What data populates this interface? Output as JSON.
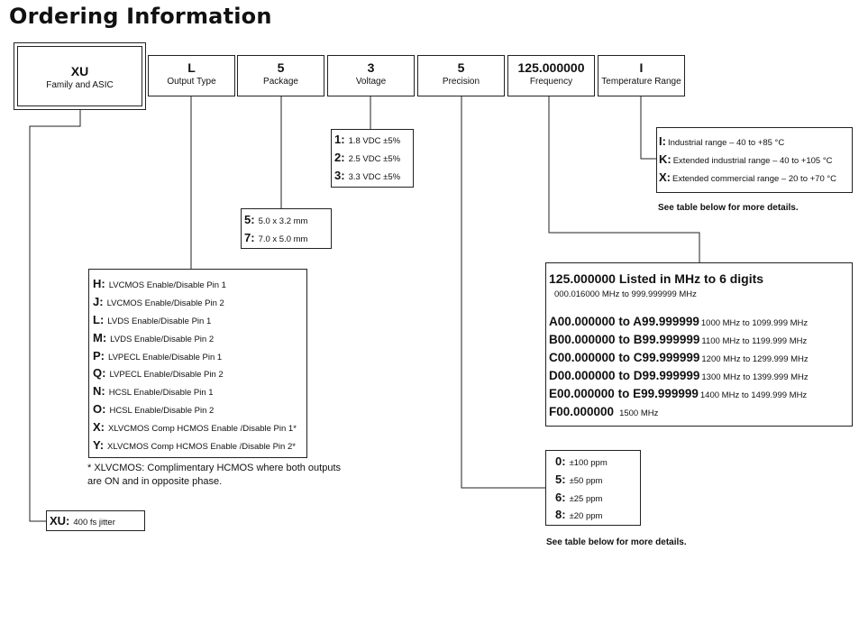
{
  "title": "Ordering Information",
  "parts": [
    {
      "code": "XU",
      "desc": "Family and ASIC"
    },
    {
      "code": "L",
      "desc": "Output Type"
    },
    {
      "code": "5",
      "desc": "Package"
    },
    {
      "code": "3",
      "desc": "Voltage"
    },
    {
      "code": "5",
      "desc": "Precision"
    },
    {
      "code": "125.000000",
      "desc": "Frequency"
    },
    {
      "code": "I",
      "desc": "Temperature Range"
    }
  ],
  "voltage_options": [
    {
      "key": "1:",
      "text": "1.8 VDC ±5%"
    },
    {
      "key": "2:",
      "text": "2.5 VDC ±5%"
    },
    {
      "key": "3:",
      "text": "3.3 VDC ±5%"
    }
  ],
  "package_options": [
    {
      "key": "5:",
      "text": "5.0 x 3.2 mm"
    },
    {
      "key": "7:",
      "text": "7.0 x 5.0 mm"
    }
  ],
  "output_options": [
    {
      "key": "H:",
      "text": "LVCMOS Enable/Disable Pin 1"
    },
    {
      "key": "J:",
      "text": "LVCMOS Enable/Disable Pin 2"
    },
    {
      "key": "L:",
      "text": "LVDS Enable/Disable Pin 1"
    },
    {
      "key": "M:",
      "text": "LVDS Enable/Disable Pin 2"
    },
    {
      "key": "P:",
      "text": "LVPECL Enable/Disable Pin 1"
    },
    {
      "key": "Q:",
      "text": "LVPECL Enable/Disable Pin 2"
    },
    {
      "key": "N:",
      "text": "HCSL Enable/Disable Pin 1"
    },
    {
      "key": "O:",
      "text": "HCSL Enable/Disable Pin 2"
    },
    {
      "key": "X:",
      "text": "XLVCMOS Comp HCMOS Enable /Disable Pin 1*"
    },
    {
      "key": "Y:",
      "text": "XLVCMOS Comp HCMOS Enable /Disable Pin 2*"
    }
  ],
  "output_note_line1": "* XLVCMOS: Complimentary HCMOS where both outputs",
  "output_note_line2": "are ON and in opposite phase.",
  "family_option": {
    "key": "XU:",
    "text": "400 fs jitter"
  },
  "temperature_options": [
    {
      "key": "I:",
      "text": "Industrial range – 40 to +85 °C"
    },
    {
      "key": "K:",
      "text": "Extended industrial range – 40 to +105 °C"
    },
    {
      "key": "X:",
      "text": "Extended commercial range – 20 to +70 °C"
    }
  ],
  "temperature_note": "See table below for more details.",
  "frequency": {
    "heading": "125.000000 Listed in MHz to 6 digits",
    "subheading": "000.016000 MHz to 999.999999 MHz",
    "rows": [
      {
        "codes": "A00.000000 to A99.999999",
        "range": "1000 MHz to 1099.999 MHz"
      },
      {
        "codes": "B00.000000 to B99.999999",
        "range": "1100 MHz to 1199.999 MHz"
      },
      {
        "codes": "C00.000000 to C99.999999",
        "range": "1200 MHz to 1299.999 MHz"
      },
      {
        "codes": "D00.000000 to D99.999999",
        "range": "1300 MHz to 1399.999 MHz"
      },
      {
        "codes": "E00.000000 to E99.999999",
        "range": "1400 MHz to 1499.999 MHz"
      },
      {
        "codes": "F00.000000",
        "range": "1500 MHz"
      }
    ]
  },
  "precision_options": [
    {
      "key": "0:",
      "text": "±100 ppm"
    },
    {
      "key": "5:",
      "text": "±50 ppm"
    },
    {
      "key": "6:",
      "text": "±25 ppm"
    },
    {
      "key": "8:",
      "text": "±20 ppm"
    }
  ],
  "precision_note": "See table below for more details."
}
